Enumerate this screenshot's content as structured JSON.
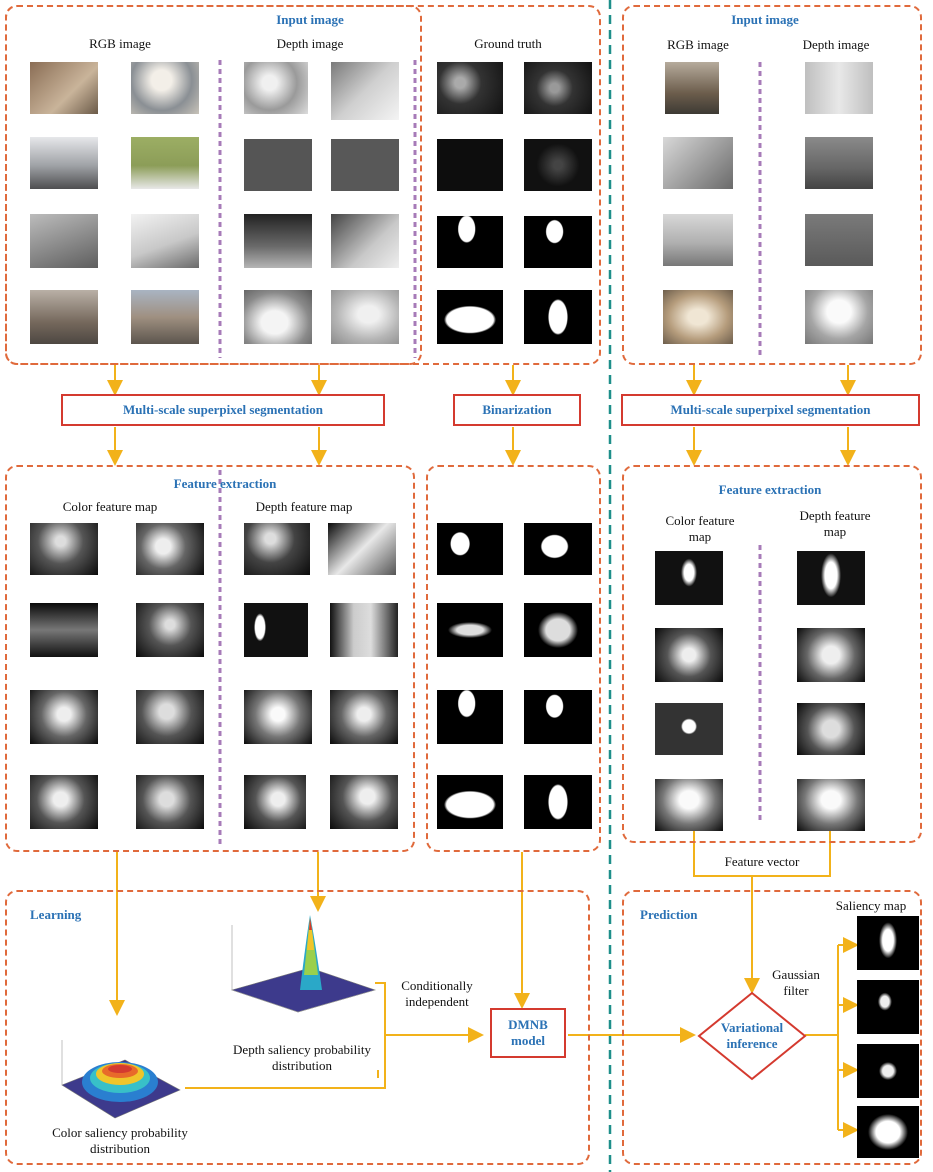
{
  "left": {
    "input": {
      "title": "Input image",
      "rgb_label": "RGB image",
      "depth_label": "Depth image",
      "gt_label": "Ground truth"
    },
    "msps_label": "Multi-scale superpixel segmentation",
    "binarization_label": "Binarization",
    "feature": {
      "title": "Feature extraction",
      "color_label": "Color feature map",
      "depth_label": "Depth feature map"
    },
    "learning": {
      "title": "Learning",
      "color_dist_label": "Color saliency probability distribution",
      "depth_dist_label": "Depth saliency probability distribution",
      "cond_label": "Conditionally independent",
      "dmnb_label": "DMNB model"
    }
  },
  "right": {
    "input": {
      "title": "Input image",
      "rgb_label": "RGB image",
      "depth_label": "Depth image"
    },
    "msps_label": "Multi-scale superpixel segmentation",
    "feature": {
      "title": "Feature extraction",
      "color_label": "Color feature map",
      "depth_label": "Depth feature map"
    },
    "feature_vector_label": "Feature vector",
    "prediction": {
      "title": "Prediction",
      "saliency_label": "Saliency map",
      "gaussian_label": "Gaussian filter",
      "variational_label": "Variational inference"
    }
  },
  "colors": {
    "arrow": "#f2b21a",
    "dashed_border": "#e06a3c",
    "red_box": "#d43a2f",
    "heading": "#2b72b5",
    "divider_purple": "#a77bb8",
    "divider_teal": "#1e8f8a"
  }
}
